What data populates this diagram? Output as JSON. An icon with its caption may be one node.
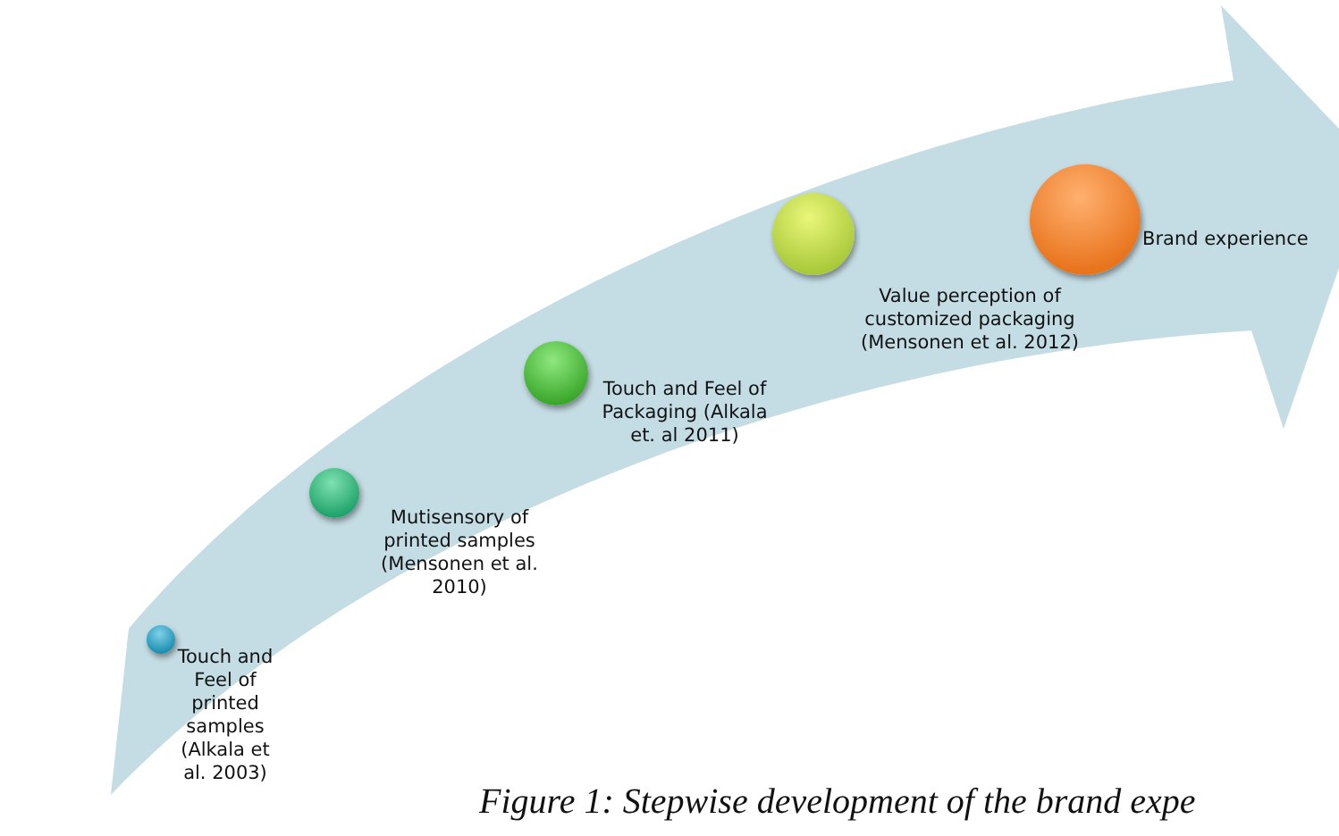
{
  "diagram": {
    "nodes": [
      {
        "text": [
          "Touch and Feel of printed samples (Alkala et al. 2003)"
        ]
      },
      {
        "text": [
          "Mutisensory of printed samples (Mensonen et al. 2010)"
        ]
      },
      {
        "text": [
          "Touch and Feel of Packaging (Alkala et. al 2011)"
        ]
      },
      {
        "text": [
          "Value perception of customized packaging (Mensonen et al. 2012)"
        ]
      },
      {
        "text": [
          "Brand experience"
        ]
      }
    ],
    "edges": [],
    "caption": "Figure 1: Stepwise development of the brand expe"
  }
}
